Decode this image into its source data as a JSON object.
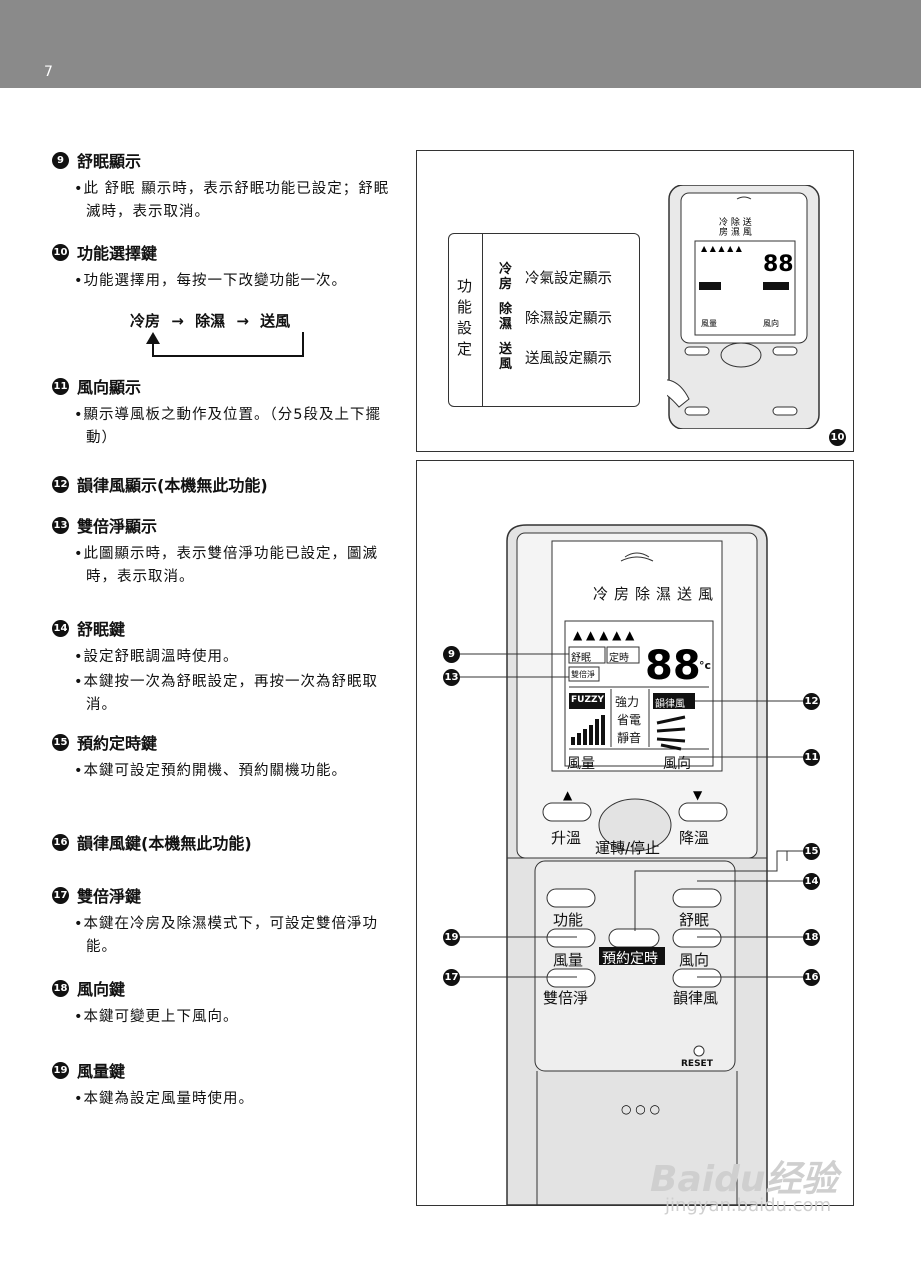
{
  "page": {
    "number": "7"
  },
  "sections": [
    {
      "num": "9",
      "title": "舒眠顯示",
      "body": "•此 舒眠 顯示時，表示舒眠功能已設定；舒眠滅時，表示取消。"
    },
    {
      "num": "10",
      "title": "功能選擇鍵",
      "body": "•功能選擇用，每按一下改變功能一次。"
    },
    {
      "num": "11",
      "title": "風向顯示",
      "body": "•顯示導風板之動作及位置。（分5段及上下擺動）"
    },
    {
      "num": "12",
      "title": "韻律風顯示(本機無此功能)",
      "body": ""
    },
    {
      "num": "13",
      "title": "雙倍淨顯示",
      "body": "•此圖顯示時，表示雙倍淨功能已設定，圖滅時，表示取消。"
    },
    {
      "num": "14",
      "title": "舒眠鍵",
      "body": "•設定舒眠調溫時使用。",
      "body2": "•本鍵按一次為舒眠設定，再按一次為舒眠取消。"
    },
    {
      "num": "15",
      "title": "預約定時鍵",
      "body": "•本鍵可設定預約開機、預約關機功能。"
    },
    {
      "num": "16",
      "title": "韻律風鍵(本機無此功能)",
      "body": ""
    },
    {
      "num": "17",
      "title": "雙倍淨鍵",
      "body": "•本鍵在冷房及除濕模式下，可設定雙倍淨功能。"
    },
    {
      "num": "18",
      "title": "風向鍵",
      "body": "•本鍵可變更上下風向。"
    },
    {
      "num": "19",
      "title": "風量鍵",
      "body": "•本鍵為設定風量時使用。"
    }
  ],
  "flow": {
    "a": "冷房",
    "b": "除濕",
    "c": "送風",
    "arrow": "→"
  },
  "inset": {
    "side_label": "功能設定",
    "rows": [
      {
        "short": "冷房",
        "text": "冷氣設定顯示"
      },
      {
        "short": "除濕",
        "text": "除濕設定顯示"
      },
      {
        "short": "送風",
        "text": "送風設定顯示"
      }
    ]
  },
  "remote": {
    "modes": [
      "冷房",
      "除濕",
      "送風"
    ],
    "lcd": {
      "sleep": "舒眠",
      "timer": "定時",
      "double": "雙倍淨",
      "fuzzy": "FUZZY",
      "strong": "強力",
      "save": "省電",
      "quiet": "靜音",
      "rhythm": "韻律風",
      "temp": "88",
      "unit": "°c",
      "fan_qty": "風量",
      "fan_dir": "風向"
    },
    "keys": {
      "up": "升溫",
      "power": "運轉/停止",
      "down": "降溫",
      "func": "功能",
      "sleep": "舒眠",
      "fan_qty": "風量",
      "timer": "預約定時",
      "fan_dir": "風向",
      "double": "雙倍淨",
      "rhythm": "韻律風",
      "reset": "RESET"
    },
    "callouts": [
      "9",
      "13",
      "12",
      "11",
      "15",
      "14",
      "19",
      "18",
      "17",
      "16",
      "10"
    ]
  },
  "watermark": {
    "brand": "Baidu经验",
    "url": "jingyan.baidu.com"
  }
}
